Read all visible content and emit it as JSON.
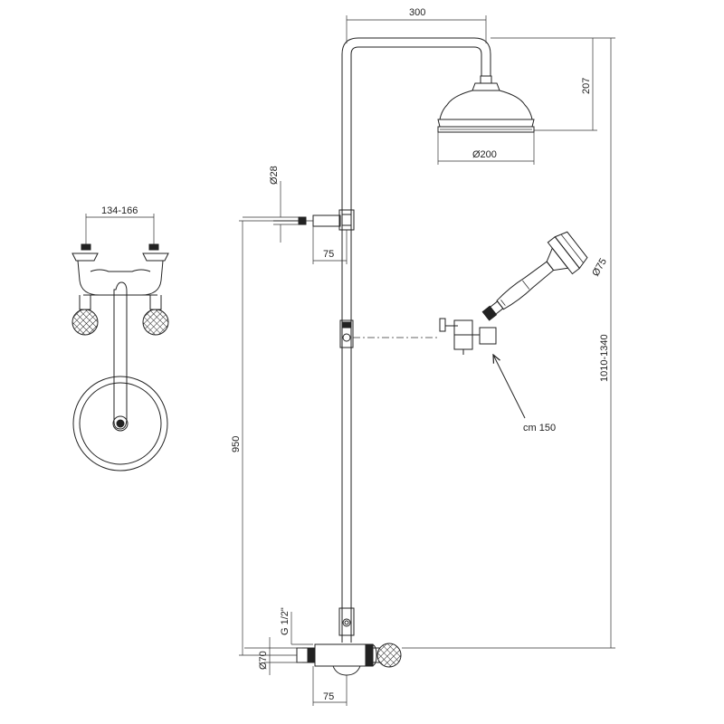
{
  "dimensions": {
    "arm_length": "300",
    "head_height": "207",
    "head_diameter": "Ø200",
    "pipe_diameter": "Ø28",
    "bracket_offset_top": "75",
    "height_950": "950",
    "total_height": "1010-1340",
    "hand_shower_diameter": "Ø75",
    "hose_length": "cm 150",
    "thread": "G 1/2\"",
    "inlet_diameter": "Ø70",
    "bracket_offset_bottom": "75",
    "inlet_spacing": "134-166"
  },
  "colors": {
    "line": "#222222",
    "background": "#ffffff"
  }
}
